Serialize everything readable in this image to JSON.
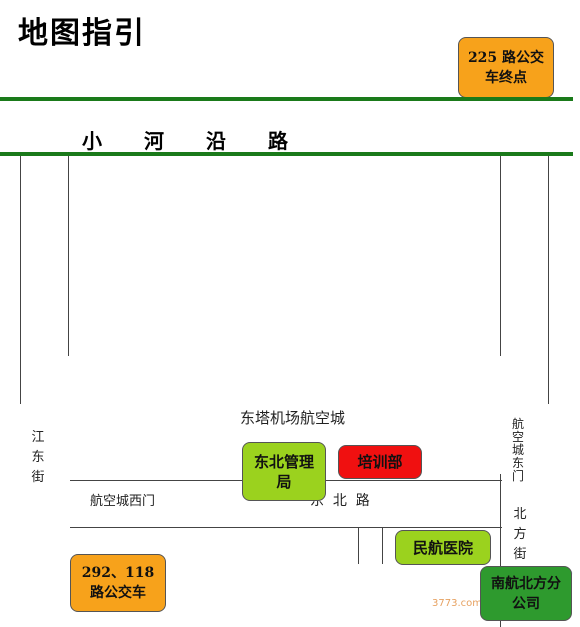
{
  "title": "地图指引",
  "roads": {
    "xiaohe_yan": "小河沿路",
    "dongbei": "东  北  路",
    "jiangdong_jie": "江东街",
    "hangkong_cheng_dongmen": "航空城东门",
    "beifang_jie": "北方街"
  },
  "places": {
    "bus_225": "225 路公交车终点",
    "bus_292_118": "292、118路公交车",
    "dongbei_guanliju": "东北管理局",
    "peixunbu": "培训部",
    "minhang_yiyuan": "民航医院",
    "nanhang_beifang": "南航北方分公司",
    "dongta_airport_city": "东塔机场航空城",
    "hangkong_cheng_ximen": "航空城西门"
  },
  "colors": {
    "road_green": "#1a7a1a",
    "orange": "#f7a21b",
    "lime": "#9bd21e",
    "red": "#f01010",
    "green": "#2e9a2e"
  },
  "watermark": {
    "logo": "3773",
    "url": "3773.com.cn"
  }
}
